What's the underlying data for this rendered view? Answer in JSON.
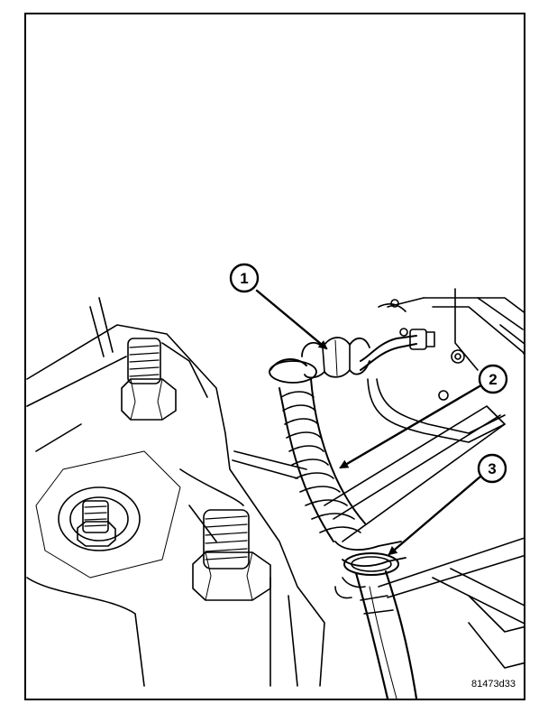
{
  "figure": {
    "figure_id": "81473d33",
    "line_color": "#000000",
    "background_color": "#ffffff"
  },
  "callouts": [
    {
      "label": "1"
    },
    {
      "label": "2"
    },
    {
      "label": "3"
    }
  ]
}
